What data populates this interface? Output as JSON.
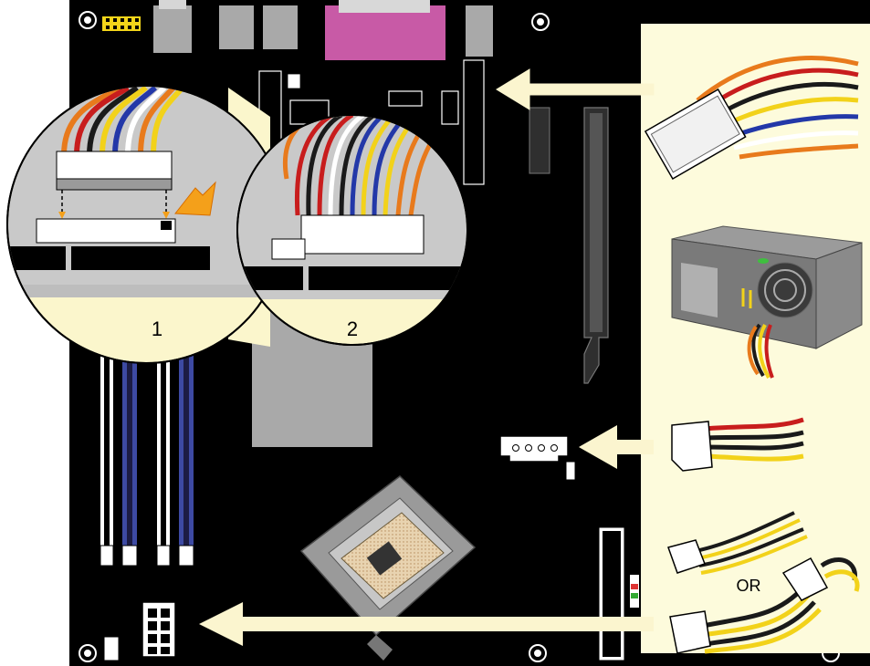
{
  "callouts": {
    "step1": "1",
    "step2": "2"
  },
  "alternative_label": "OR",
  "colors": {
    "board": "#000000",
    "panel": "#fdfbdc",
    "arrow": "#fbf5cf",
    "magnifier": "#c9c9c9",
    "callout_fill": "#fbf6cc",
    "dimm": "#3d4aa3",
    "parallel_port": "#c85aa6"
  },
  "icons": [
    "atx-main-power-cable-icon",
    "power-supply-unit-icon",
    "peripheral-power-cable-icon",
    "sata-power-cable-icon",
    "atx12v-power-cable-icon",
    "processor-socket-icon",
    "orange-pointer-arrow-icon"
  ]
}
